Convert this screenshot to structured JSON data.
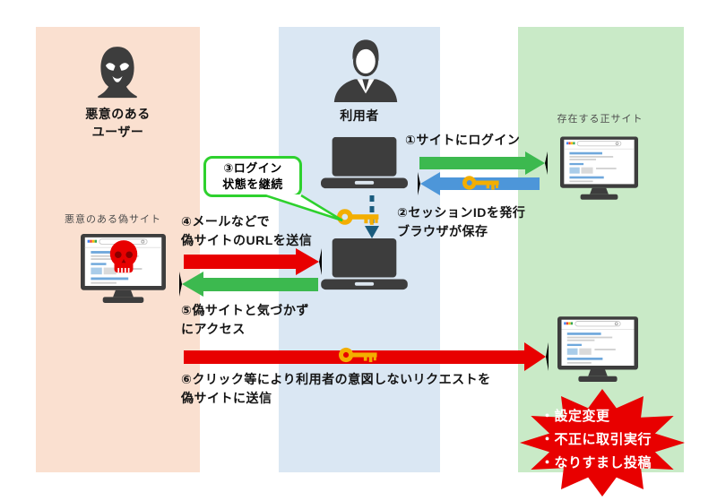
{
  "actors": {
    "attacker_label": "悪意のある\nユーザー",
    "user_label": "利用者",
    "legit_site_label": "存在する正サイト",
    "fake_site_label": "悪意のある偽サイト"
  },
  "steps": {
    "s1": "①サイトにログイン",
    "s2": "②セッションIDを発行\nブラウザが保存",
    "s3": "③ログイン\n状態を継続",
    "s4": "④メールなどで\n偽サイトのURLを送信",
    "s5": "⑤偽サイトと気づかず\nにアクセス",
    "s6": "⑥クリック等により利用者の意図しないリクエストを\n偽サイトに送信"
  },
  "damage": {
    "items": [
      "・設定変更",
      "・不正に取引実行",
      "・なりすまし投稿"
    ]
  },
  "colors": {
    "attacker_bg": "#FAE0D0",
    "user_bg": "#DAE7F3",
    "site_bg": "#C9EAC7",
    "arrow_green": "#3CB94F",
    "arrow_blue": "#4D96D9",
    "arrow_red": "#E80000",
    "burst_red": "#E80000",
    "bubble_green": "#2ED12E",
    "key_gold": "#F3AE00",
    "session_teal": "#1A5C7E",
    "icon_dark": "#3D3D3D"
  }
}
